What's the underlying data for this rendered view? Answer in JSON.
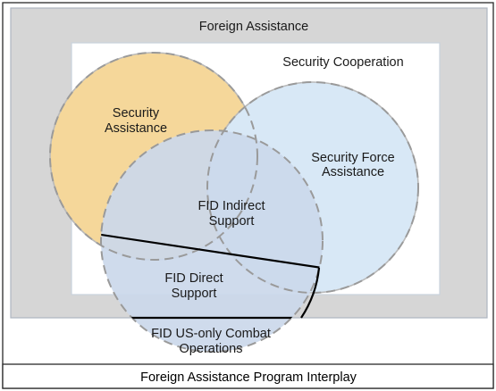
{
  "diagram": {
    "outer_label": "Foreign Assistance",
    "inner_label": "Security Cooperation",
    "security_assistance": [
      "Security",
      "Assistance"
    ],
    "security_force_assistance": [
      "Security Force",
      "Assistance"
    ],
    "fid_indirect": [
      "FID Indirect",
      "Support"
    ],
    "fid_direct": [
      "FID Direct",
      "Support"
    ],
    "fid_combat": [
      "FID US-only Combat",
      "Operations"
    ]
  },
  "caption": "Foreign Assistance Program Interplay",
  "colors": {
    "outer_fill": "#d6d6d6",
    "inner_fill": "#ffffff",
    "security_assistance_fill": "#f5d79a",
    "security_force_fill": "#d8e8f6",
    "fid_fill": "#cbd8ea",
    "circle_stroke": "#9a9a9a",
    "divider_stroke": "#000000"
  }
}
